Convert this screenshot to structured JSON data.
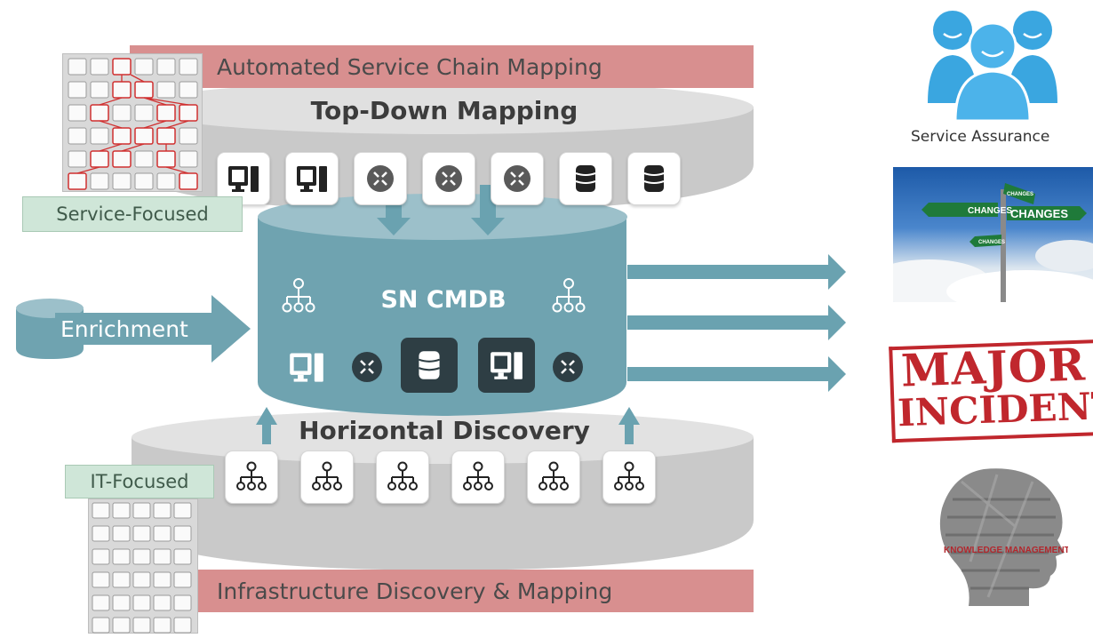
{
  "banners": {
    "top": "Automated Service Chain Mapping",
    "bottom": "Infrastructure Discovery & Mapping"
  },
  "labels": {
    "service_focused": "Service-Focused",
    "it_focused": "IT-Focused",
    "enrichment": "Enrichment"
  },
  "cylinders": {
    "top_title": "Top-Down Mapping",
    "bottom_title": "Horizontal Discovery",
    "cmdb_title": "SN CMDB"
  },
  "outputs": {
    "service_assurance": "Service Assurance",
    "changes_sign_1": "CHANGES",
    "changes_sign_2": "CHANGES",
    "changes_sign_3": "CHANGES",
    "changes_sign_4": "CHANGES",
    "major": "MAJOR",
    "incident": "INCIDENT",
    "knowledge": "KNOWLEDGE MANAGEMENT"
  },
  "colors": {
    "banner": "#d88f8f",
    "cmdb_teal": "#6fa3b0",
    "arrow_teal": "#6aa2b0",
    "gray_cylinder": "#cfcfcf",
    "green_label": "#cfe6d8"
  },
  "top_tiles": [
    "desktop-icon",
    "desktop-icon",
    "router-icon",
    "router-icon",
    "router-icon",
    "database-icon",
    "database-icon"
  ],
  "bottom_tiles": [
    "hierarchy-icon",
    "hierarchy-icon",
    "hierarchy-icon",
    "hierarchy-icon",
    "hierarchy-icon",
    "hierarchy-icon"
  ]
}
